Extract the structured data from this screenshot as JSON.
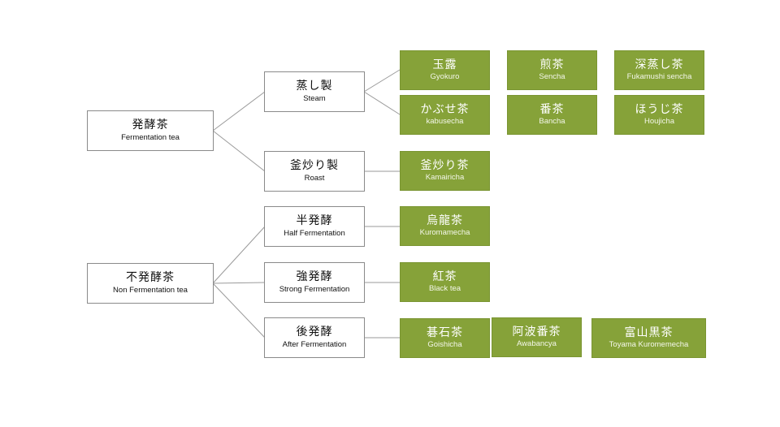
{
  "colors": {
    "category_fill": "#ffffff",
    "category_border": "#8a8a8a",
    "tea_fill": "#86a239",
    "connector": "#9a9a9a"
  },
  "roots": {
    "fermentation": {
      "jp": "発酵茶",
      "en": "Fermentation tea"
    },
    "non_fermentation": {
      "jp": "不発酵茶",
      "en": "Non Fermentation tea"
    }
  },
  "methods": {
    "steam": {
      "jp": "蒸し製",
      "en": "Steam"
    },
    "roast": {
      "jp": "釜炒り製",
      "en": "Roast"
    },
    "half": {
      "jp": "半発酵",
      "en": "Half Fermentation"
    },
    "strong": {
      "jp": "強発酵",
      "en": "Strong Fermentation"
    },
    "after": {
      "jp": "後発酵",
      "en": "After Fermentation"
    }
  },
  "teas": {
    "gyokuro": {
      "jp": "玉露",
      "en": "Gyokuro"
    },
    "sencha": {
      "jp": "煎茶",
      "en": "Sencha"
    },
    "fukamushi": {
      "jp": "深蒸し茶",
      "en": "Fukamushi sencha"
    },
    "kabusecha": {
      "jp": "かぶせ茶",
      "en": "kabusecha"
    },
    "bancha": {
      "jp": "番茶",
      "en": "Bancha"
    },
    "houjicha": {
      "jp": "ほうじ茶",
      "en": "Houjicha"
    },
    "kamairicha": {
      "jp": "釜炒り茶",
      "en": "Kamairicha"
    },
    "kuromamecha": {
      "jp": "烏龍茶",
      "en": "Kuromamecha"
    },
    "black": {
      "jp": "紅茶",
      "en": "Black tea"
    },
    "goishicha": {
      "jp": "碁石茶",
      "en": "Goishicha"
    },
    "awabancya": {
      "jp": "阿波番茶",
      "en": "Awabancya"
    },
    "toyama": {
      "jp": "富山黒茶",
      "en": "Toyama Kuromemecha"
    }
  }
}
